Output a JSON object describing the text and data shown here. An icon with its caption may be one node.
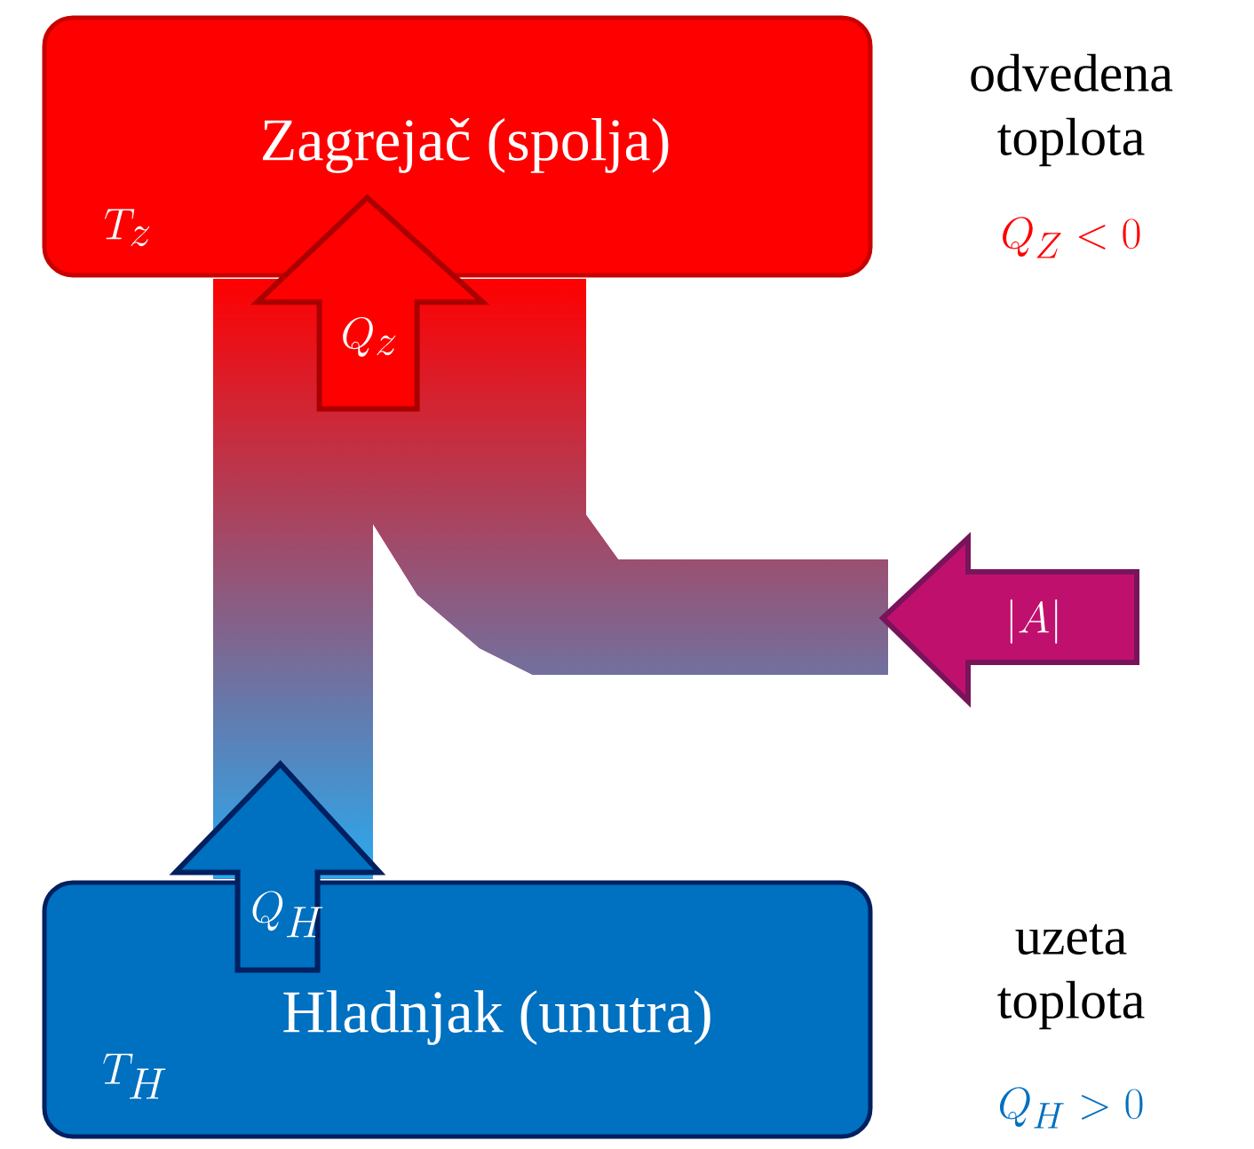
{
  "diagram": {
    "nodes": [
      {
        "text": [
          "Zagrejač (spolja)",
          "T_z"
        ]
      },
      {
        "text": [
          "Hladnjak (unutra)",
          "T_H"
        ]
      },
      {
        "text": [],
        "shape": "band"
      },
      {
        "text": [
          "|A|"
        ]
      }
    ],
    "edges": [
      {
        "from": 2,
        "to": 0,
        "arrow": "to",
        "label": "Q_z",
        "color": "#ff0000"
      },
      {
        "from": 1,
        "to": 2,
        "arrow": "to",
        "label": "Q_H",
        "color": "#0070c0"
      }
    ],
    "labels": [
      "odvedena toplota",
      "Q_Z < 0",
      "uzeta toplota",
      "Q_H > 0"
    ]
  }
}
